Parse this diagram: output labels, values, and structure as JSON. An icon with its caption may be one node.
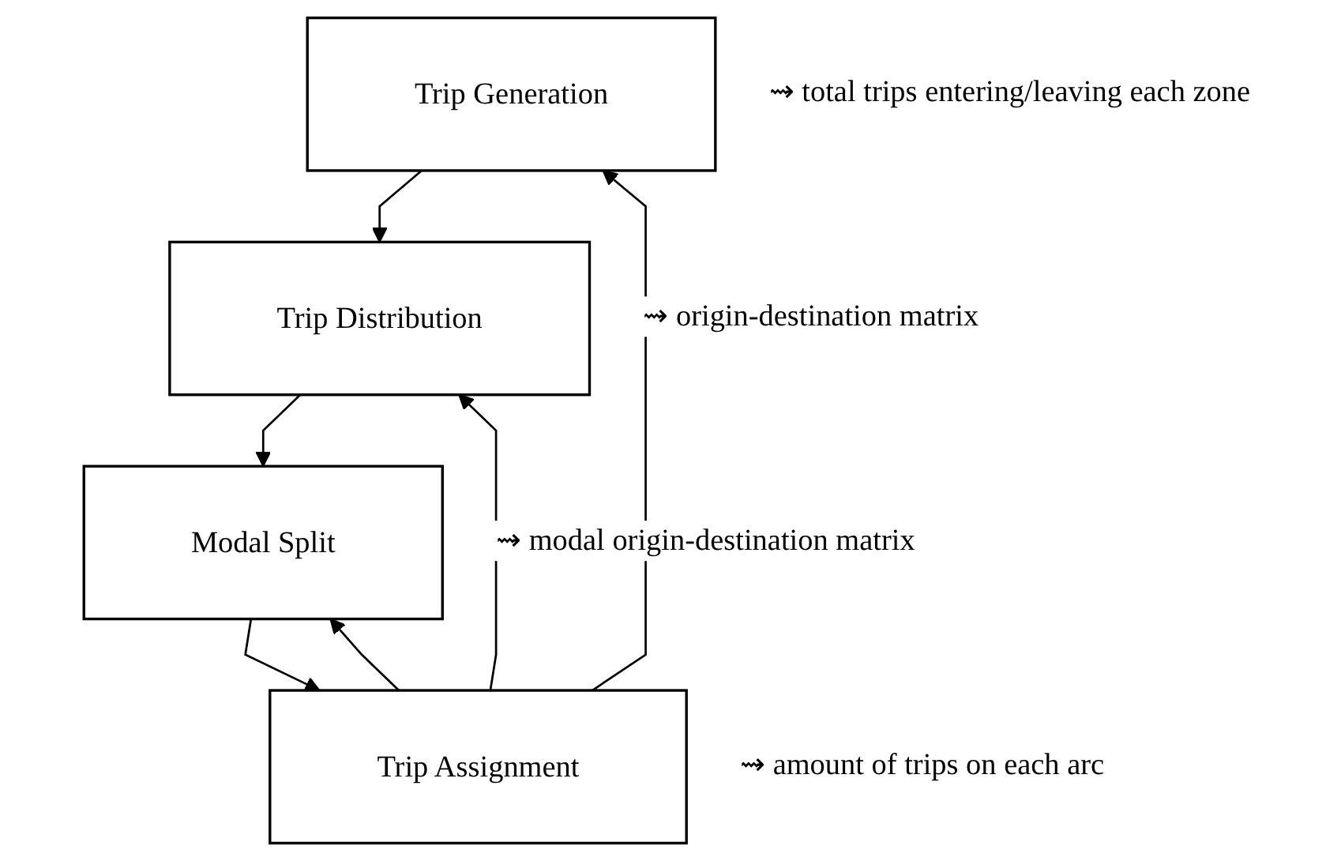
{
  "diagram": {
    "nodes": [
      {
        "text": [
          "Trip Generation"
        ],
        "beside": [
          "⇝ total trips entering/leaving each zone"
        ]
      },
      {
        "text": [
          "Trip Distribution"
        ],
        "beside": [
          "⇝ origin-destination matrix"
        ]
      },
      {
        "text": [
          "Modal Split"
        ],
        "beside": [
          "⇝ modal origin-destination matrix"
        ]
      },
      {
        "text": [
          "Trip Assignment"
        ],
        "beside": [
          "⇝ amount of trips on each arc"
        ]
      }
    ],
    "edges": [
      {
        "from": 0,
        "to": 1,
        "arrow": "to"
      },
      {
        "from": 1,
        "to": 2,
        "arrow": "to"
      },
      {
        "from": 2,
        "to": 3,
        "arrow": "to"
      },
      {
        "from": 3,
        "to": 0,
        "arrow": "to"
      },
      {
        "from": 3,
        "to": 1,
        "arrow": "to"
      },
      {
        "from": 3,
        "to": 2,
        "arrow": "to"
      }
    ]
  }
}
